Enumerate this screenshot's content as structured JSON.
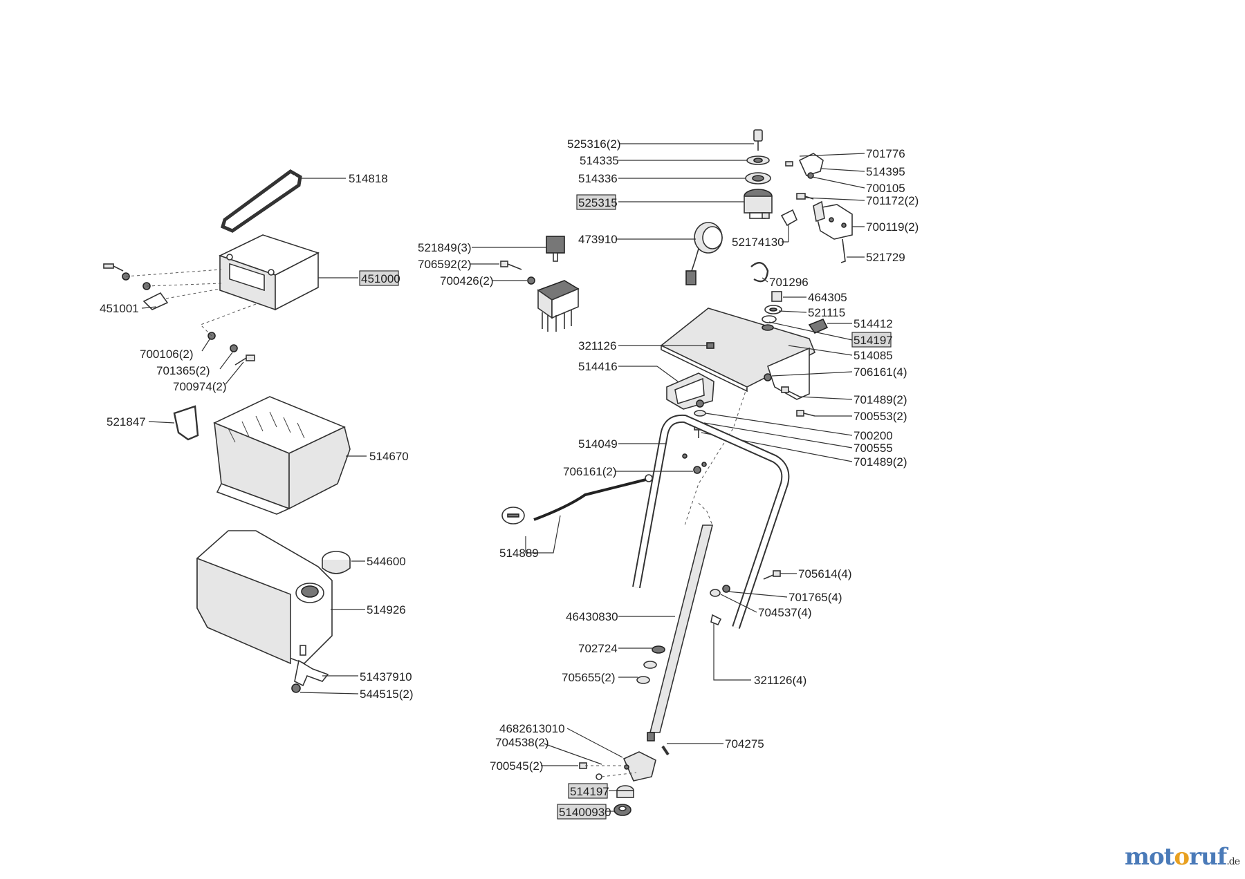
{
  "brand": {
    "logo_parts": [
      {
        "text": "mot",
        "color": "#4a7ab8"
      },
      {
        "text": "o",
        "color": "#e8a020"
      },
      {
        "text": "ruf",
        "color": "#4a7ab8"
      }
    ],
    "tld": ".de"
  },
  "labels": {
    "l514818": "514818",
    "l451000": "451000",
    "l451001": "451001",
    "l700106_2": "700106(2)",
    "l701365_2": "701365(2)",
    "l700974_2": "700974(2)",
    "l521847": "521847",
    "l514670": "514670",
    "l544600": "544600",
    "l514926": "514926",
    "l51437910": "51437910",
    "l544515_2": "544515(2)",
    "l525316_2": "525316(2)",
    "l514335": "514335",
    "l514336": "514336",
    "l525315": "525315",
    "l701776": "701776",
    "l514395": "514395",
    "l700105": "700105",
    "l701172_2": "701172(2)",
    "l700119_2": "700119(2)",
    "l52174130": "52174130",
    "l521729": "521729",
    "l521849_3": "521849(3)",
    "l706592_2": "706592(2)",
    "l700426_2": "700426(2)",
    "l473910": "473910",
    "l701296": "701296",
    "l464305": "464305",
    "l521115": "521115",
    "l514412": "514412",
    "l514197_top": "514197",
    "l514085": "514085",
    "l321126": "321126",
    "l514416": "514416",
    "l706161_4": "706161(4)",
    "l701489_2_a": "701489(2)",
    "l700553_2": "700553(2)",
    "l700200": "700200",
    "l700555": "700555",
    "l701489_2_b": "701489(2)",
    "l514049": "514049",
    "l706161_2": "706161(2)",
    "l514889": "514889",
    "l705614_4": "705614(4)",
    "l701765_4": "701765(4)",
    "l704537_4": "704537(4)",
    "l46430830": "46430830",
    "l702724": "702724",
    "l705655_2": "705655(2)",
    "l321126_4": "321126(4)",
    "l4682613010": "4682613010",
    "l704538_2": "704538(2)",
    "l704275": "704275",
    "l700545_2": "700545(2)",
    "l514197_bottom": "514197",
    "l51400930": "51400930"
  }
}
